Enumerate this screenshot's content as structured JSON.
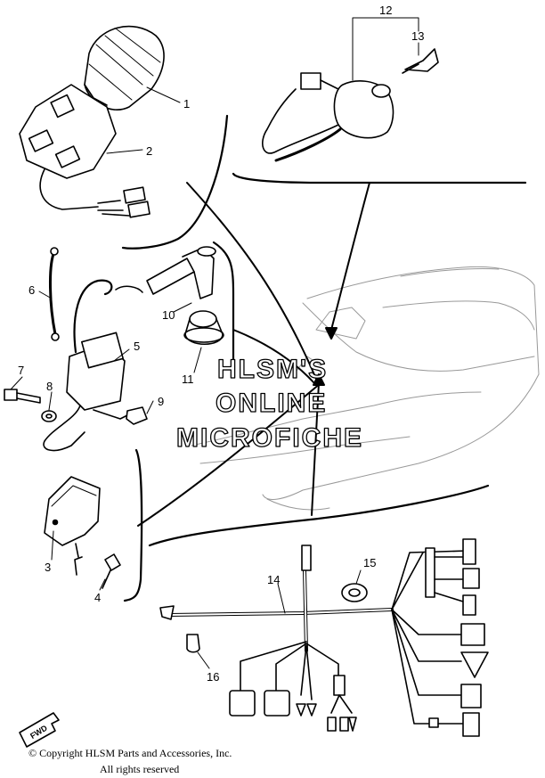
{
  "callouts": [
    "1",
    "2",
    "3",
    "4",
    "5",
    "6",
    "7",
    "8",
    "9",
    "10",
    "11",
    "12",
    "13",
    "14",
    "15",
    "16"
  ],
  "watermark": {
    "line1": "HLSM'S",
    "line2": "ONLINE",
    "line3": "MICROFICHE"
  },
  "fwd_label": "FWD",
  "copyright": {
    "line1": "© Copyright HLSM Parts and Accessories, Inc.",
    "line2": "All rights reserved"
  }
}
